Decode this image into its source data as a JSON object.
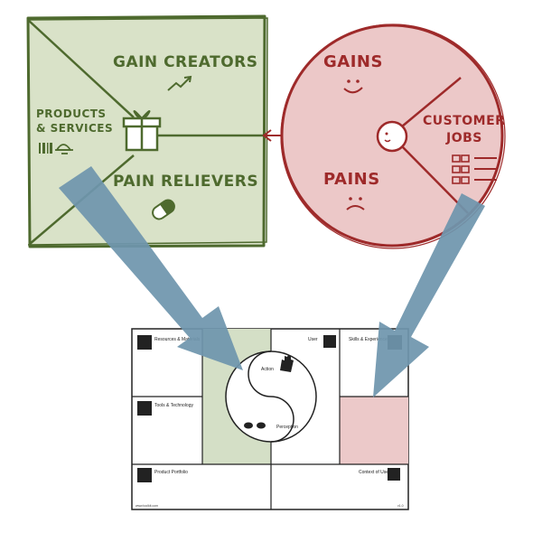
{
  "value_map": {
    "gain_creators": "GAIN CREATORS",
    "products_services_line1": "PRODUCTS",
    "products_services_line2": "& SERVICES",
    "pain_relievers": "PAIN RELIEVERS",
    "color_fill": "#d9e2c8",
    "color_stroke": "#4e6a2e"
  },
  "customer_profile": {
    "gains": "GAINS",
    "pains": "PAINS",
    "customer_jobs_line1": "CUSTOMER",
    "customer_jobs_line2": "JOBS",
    "color_fill": "#ecc8c8",
    "color_stroke": "#9e2a2a"
  },
  "arrows": {
    "color": "#6f96ad"
  },
  "canvas": {
    "resources": "Resources & Materials",
    "user": "User",
    "skills": "Skills & Experience",
    "tools": "Tools & Technology",
    "action": "Action",
    "perception": "Perception",
    "portfolio": "Product Portfolio",
    "context": "Context of Use",
    "footer_left": "www.toolkit.com",
    "footer_right": "v1.0",
    "green_fill": "#d4dfc6",
    "red_fill": "#ecc9c9"
  }
}
